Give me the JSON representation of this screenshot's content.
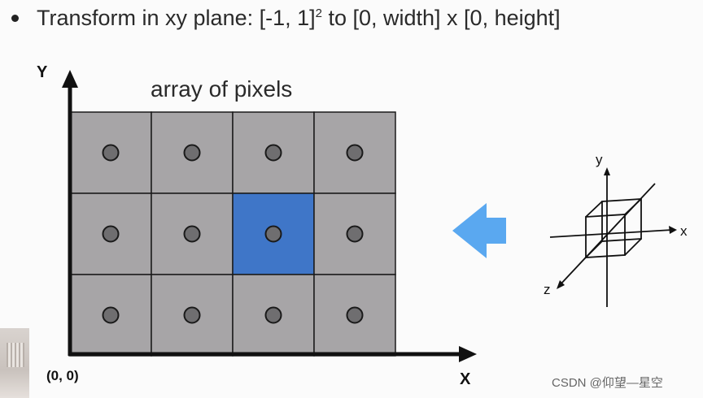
{
  "heading": {
    "bullet_text": "Transform in xy plane: [-1, 1]",
    "superscript": "2",
    "bullet_suffix": " to [0, width] x [0, height]"
  },
  "grid": {
    "title": "array of pixels",
    "rows": 3,
    "cols": 4,
    "highlight": {
      "row": 1,
      "col": 2
    },
    "cell_color": "#a7a5a7",
    "highlight_color": "#3f76c8",
    "dot_color": "#6f6e70"
  },
  "axes": {
    "y_label": "Y",
    "x_label": "X",
    "origin_label": "(0, 0)"
  },
  "cube_axes": {
    "x": "x",
    "y": "y",
    "z": "z"
  },
  "arrow_color": "#5aa8f0",
  "watermark": "CSDN @仰望—星空"
}
